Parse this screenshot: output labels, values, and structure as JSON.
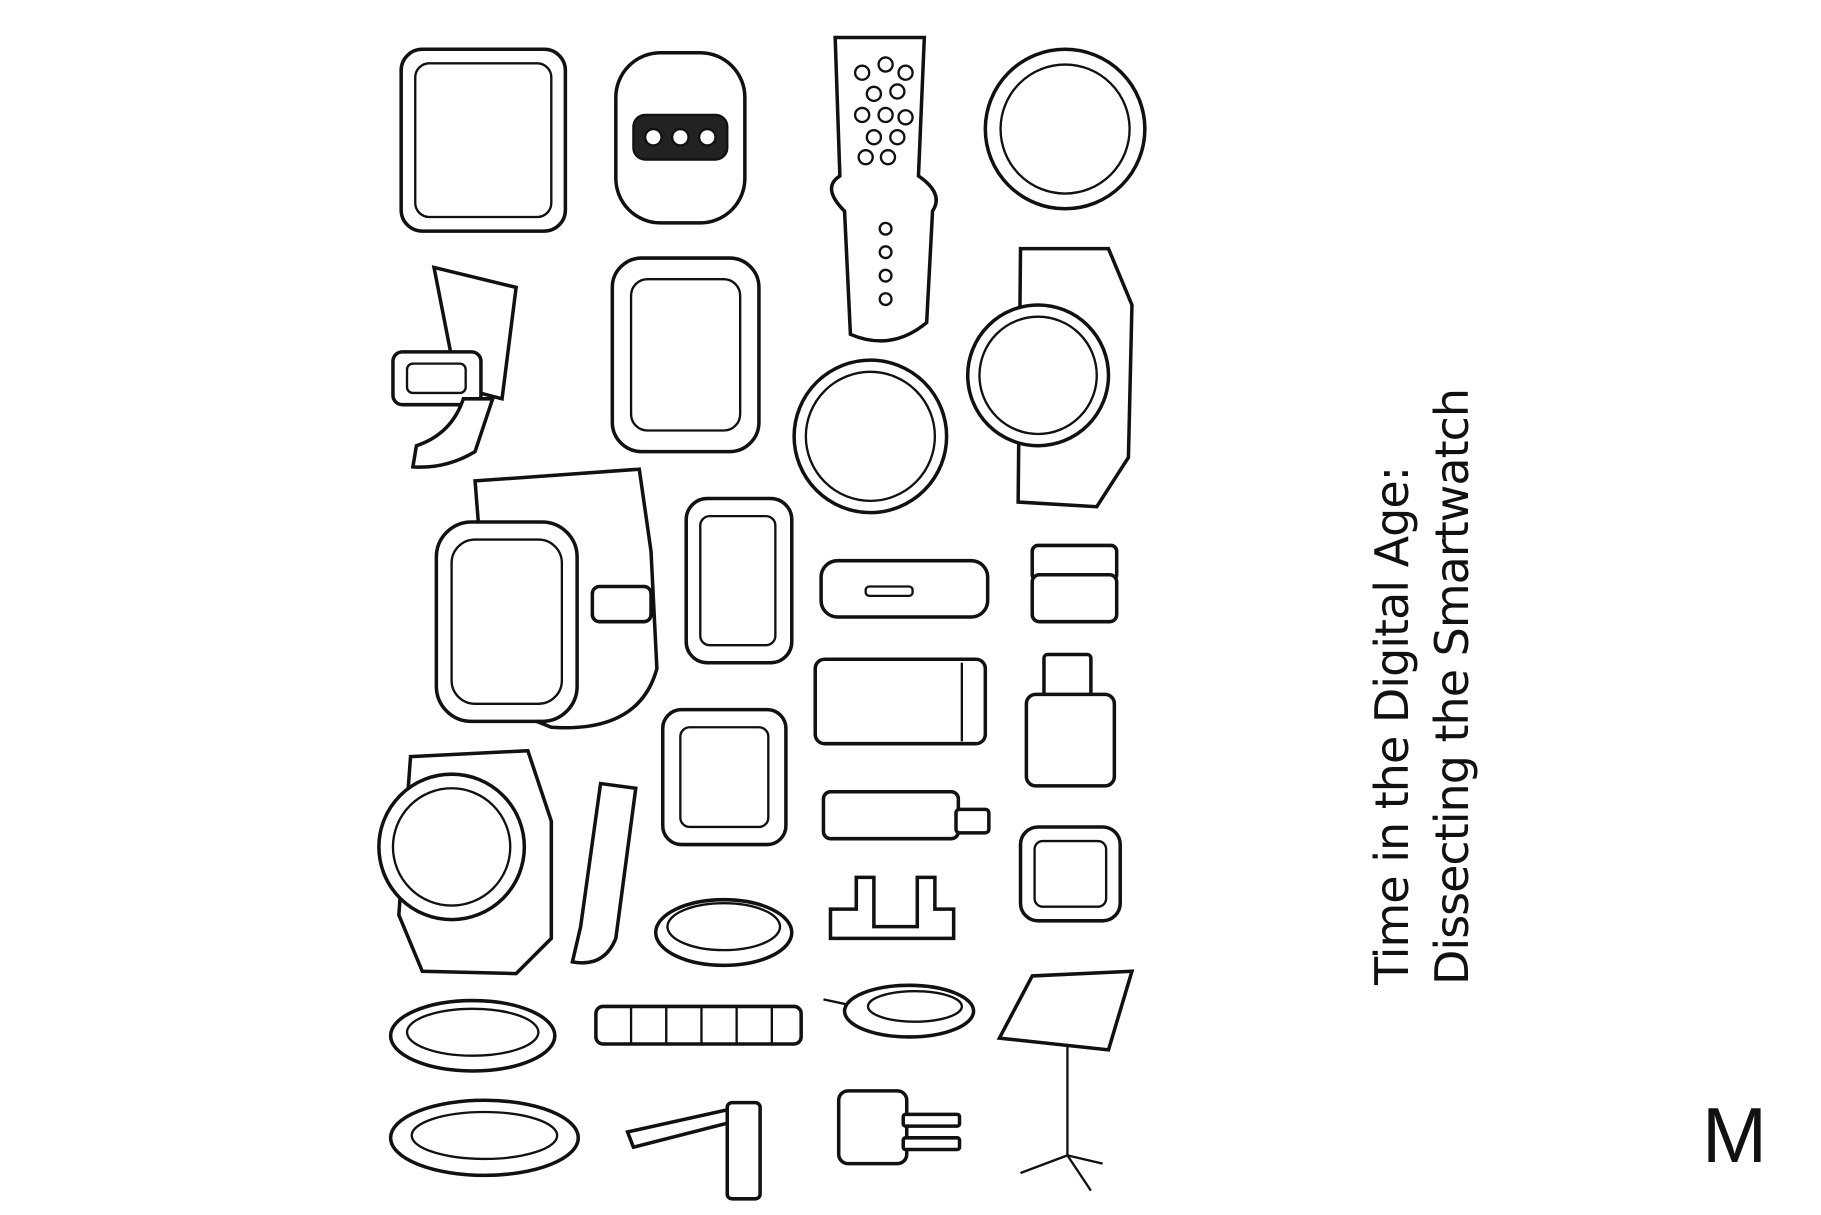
{
  "poster": {
    "title_line1": "Time in the Digital Age:",
    "title_line2": "Dissecting the Smartwatch",
    "corner_mark": "M"
  },
  "colors": {
    "ink": "#111111",
    "background": "#ffffff"
  }
}
